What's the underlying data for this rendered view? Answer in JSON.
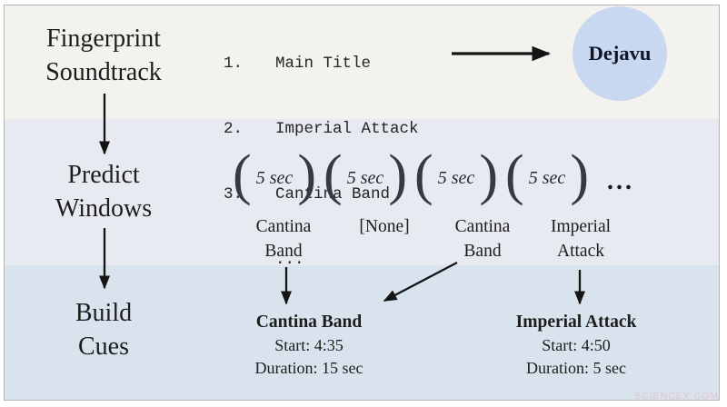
{
  "palette": {
    "top_bg": "#f3f2ee",
    "middle_bg": "#e7eaf0",
    "bottom_bg": "#d9e3ed",
    "circle_bg": "#c9d8f1",
    "frame_border": "#b5b5b5",
    "arrow_color": "#141414",
    "text_color": "#1d1d1d",
    "watermark_color": "#e5a9a9"
  },
  "stages": {
    "fingerprint": {
      "line1": "Fingerprint",
      "line2": "Soundtrack"
    },
    "predict": {
      "line1": "Predict",
      "line2": "Windows"
    },
    "build": {
      "line1": "Build",
      "line2": "Cues"
    }
  },
  "soundtrack_list": {
    "items": [
      {
        "num": "1.",
        "title": "Main Title"
      },
      {
        "num": "2.",
        "title": "Imperial Attack"
      },
      {
        "num": "3.",
        "title": "Cantina Band"
      }
    ],
    "ellipsis": "..."
  },
  "dejavu": {
    "label": "Dejavu"
  },
  "windows": {
    "bracket_open": "(",
    "bracket_close": ")",
    "ellipsis": "...",
    "items": [
      {
        "duration": "5 sec",
        "label_line1": "Cantina",
        "label_line2": "Band"
      },
      {
        "duration": "5 sec",
        "label_line1": "[None]",
        "label_line2": ""
      },
      {
        "duration": "5 sec",
        "label_line1": "Cantina",
        "label_line2": "Band"
      },
      {
        "duration": "5 sec",
        "label_line1": "Imperial",
        "label_line2": "Attack"
      }
    ]
  },
  "cues": [
    {
      "title": "Cantina Band",
      "start": "Start: 4:35",
      "duration": "Duration: 15 sec"
    },
    {
      "title": "Imperial Attack",
      "start": "Start: 4:50",
      "duration": "Duration: 5 sec"
    }
  ],
  "watermark": {
    "text": "SCIENCEX.COM"
  }
}
